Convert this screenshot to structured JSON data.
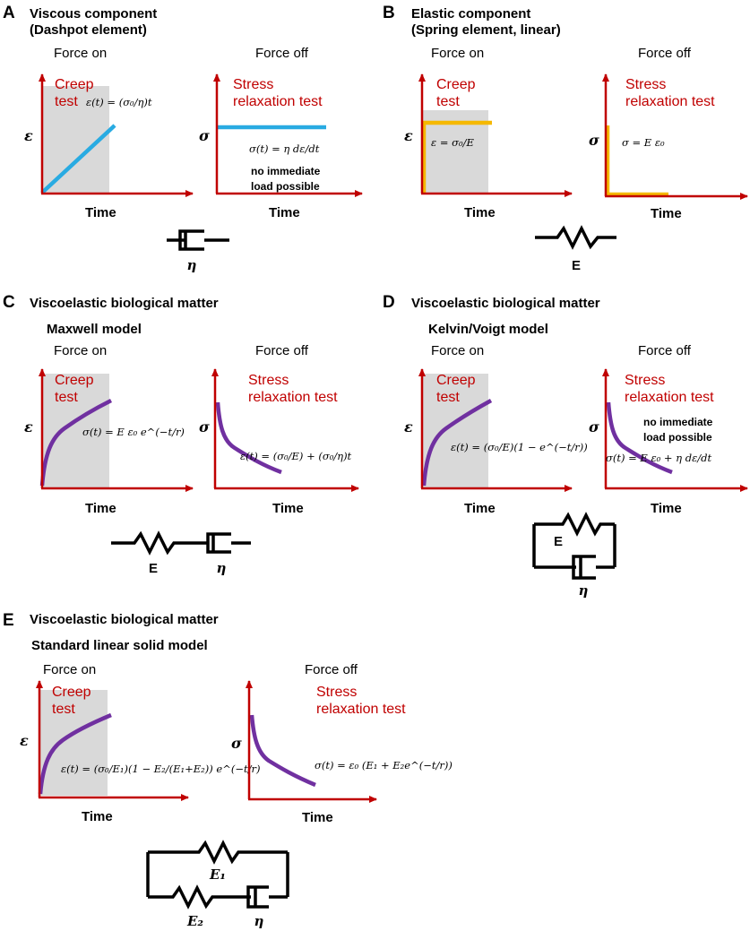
{
  "panel_A": {
    "letter": "A",
    "title_line1": "Viscous component",
    "title_line2": "(Dashpot element)",
    "left_header": "Force on",
    "right_header": "Force off",
    "left_test_line1": "Creep",
    "left_test_line2": "test",
    "right_test_line1": "Stress",
    "right_test_line2": "relaxation test",
    "left_equation": "ε(t) = (σ₀/η)t",
    "right_equation": "σ(t) = η dε/dt",
    "note_line1": "no immediate",
    "note_line2": "load possible",
    "left_ylabel": "ε",
    "right_ylabel": "σ",
    "xlabel": "Time",
    "mechanism_labels": [
      "η"
    ]
  },
  "panel_B": {
    "letter": "B",
    "title_line1": "Elastic component",
    "title_line2": "(Spring element, linear)",
    "left_header": "Force on",
    "right_header": "Force off",
    "left_test_line1": "Creep",
    "left_test_line2": "test",
    "right_test_line1": "Stress",
    "right_test_line2": "relaxation test",
    "left_equation": "ε = σ₀/E",
    "right_equation": "σ = E ε₀",
    "left_ylabel": "ε",
    "right_ylabel": "σ",
    "xlabel": "Time",
    "mechanism_labels": [
      "E"
    ]
  },
  "panel_C": {
    "letter": "C",
    "title": "Viscoelastic biological matter",
    "model": "Maxwell model",
    "left_header": "Force on",
    "right_header": "Force off",
    "left_test_line1": "Creep",
    "left_test_line2": "test",
    "right_test_line1": "Stress",
    "right_test_line2": "relaxation test",
    "left_equation": "σ(t) = E ε₀ e^(−t/r)",
    "right_equation": "ε(t) = (σ₀/E) + (σ₀/η)t",
    "left_ylabel": "ε",
    "right_ylabel": "σ",
    "xlabel": "Time",
    "mechanism_labels": [
      "E",
      "η"
    ]
  },
  "panel_D": {
    "letter": "D",
    "title": "Viscoelastic biological matter",
    "model": "Kelvin/Voigt model",
    "left_header": "Force on",
    "right_header": "Force off",
    "left_test_line1": "Creep",
    "left_test_line2": "test",
    "right_test_line1": "Stress",
    "right_test_line2": "relaxation test",
    "left_equation": "ε(t) = (σ₀/E)(1 − e^(−t/r))",
    "right_equation": "σ(t) = E ε₀ + η dε/dt",
    "note_line1": "no immediate",
    "note_line2": "load possible",
    "left_ylabel": "ε",
    "right_ylabel": "σ",
    "xlabel": "Time",
    "mechanism_labels": [
      "E",
      "η"
    ]
  },
  "panel_E": {
    "letter": "E",
    "title": "Viscoelastic biological matter",
    "model": "Standard linear solid model",
    "left_header": "Force on",
    "right_header": "Force off",
    "left_test_line1": "Creep",
    "left_test_line2": "test",
    "right_test_line1": "Stress",
    "right_test_line2": "relaxation test",
    "left_equation": "ε(t) = (σ₀/E₁)(1 − E₂/(E₁+E₂)) e^(−t/r)",
    "right_equation": "σ(t) = ε₀ (E₁ + E₂e^(−t/r))",
    "left_ylabel": "ε",
    "right_ylabel": "σ",
    "xlabel": "Time",
    "mechanism_labels": [
      "E₁",
      "E₂",
      "η"
    ]
  },
  "colors": {
    "axis": "#c00000",
    "label_red": "#c00000",
    "line_blue": "#29abe2",
    "line_orange": "#f5b800",
    "line_purple": "#7030a0",
    "shade": "#d9d9d9",
    "mechanism": "#000000"
  }
}
